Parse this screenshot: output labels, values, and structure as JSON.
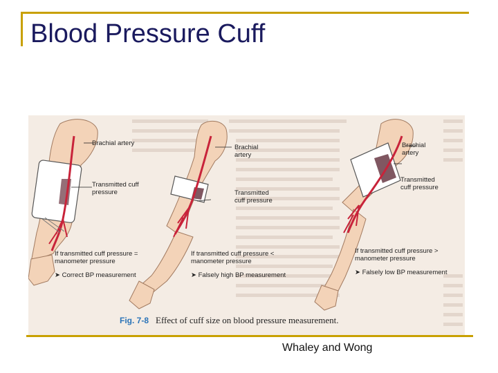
{
  "slide": {
    "title": "Blood Pressure Cuff",
    "credit": "Whaley and Wong"
  },
  "figure": {
    "number": "Fig. 7-8",
    "caption": "Effect of cuff size on blood pressure measurement.",
    "panels": [
      {
        "artery_label": "Brachial artery",
        "pressure_label": "Transmitted cuff pressure",
        "condition": "If transmitted cuff pressure = manometer pressure",
        "result": "Correct BP measurement"
      },
      {
        "artery_label": "Brachial artery",
        "pressure_label": "Transmitted cuff pressure",
        "condition": "If transmitted cuff pressure < manometer pressure",
        "result": "Falsely high BP measurement"
      },
      {
        "artery_label": "Brachial artery",
        "pressure_label": "Transmitted cuff pressure",
        "condition": "If transmitted cuff pressure > manometer pressure",
        "result": "Falsely low BP measurement"
      }
    ]
  }
}
